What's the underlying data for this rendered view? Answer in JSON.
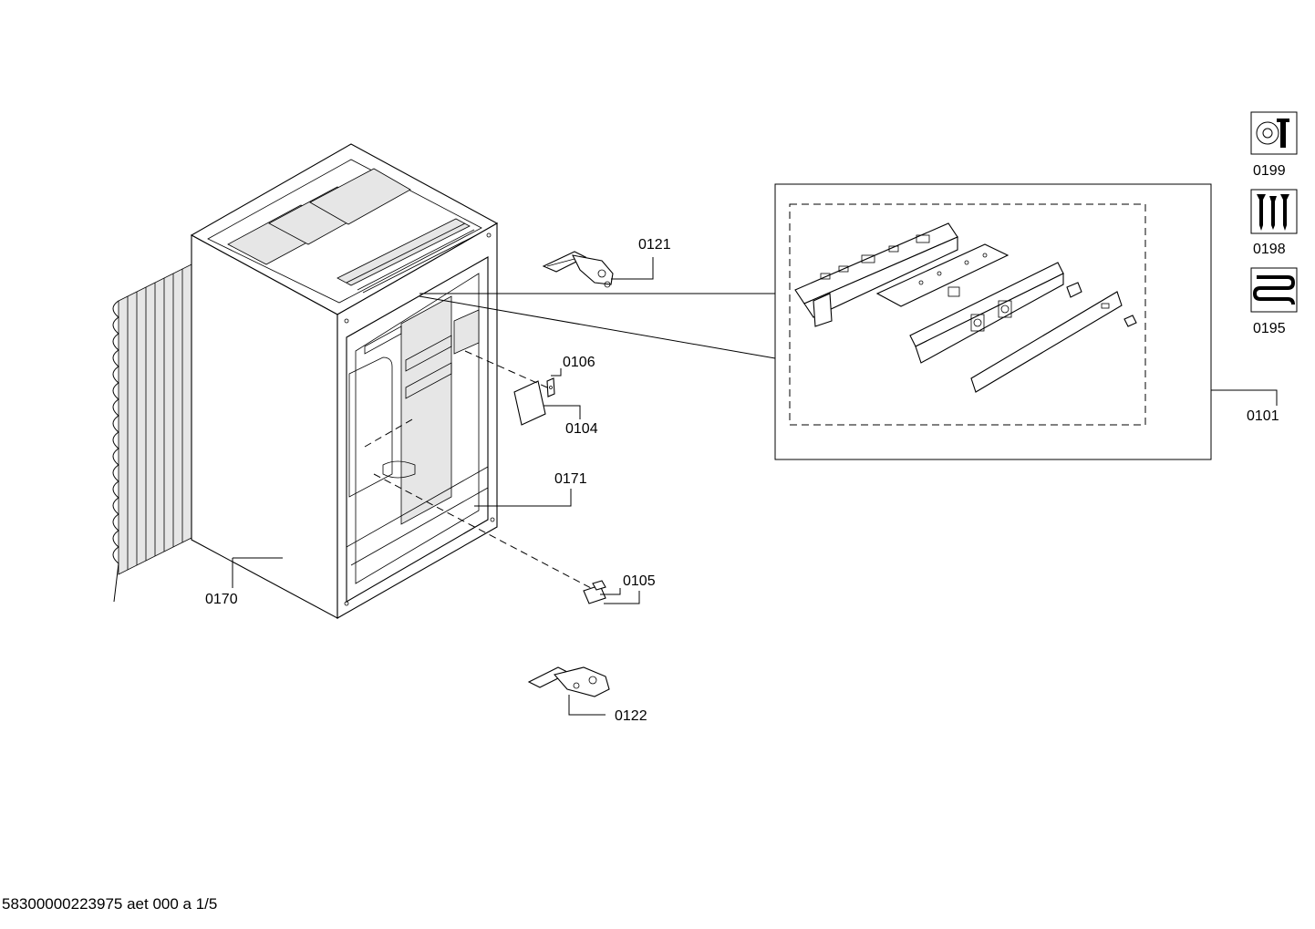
{
  "labels": {
    "p0121": "0121",
    "p0106": "0106",
    "p0104": "0104",
    "p0171": "0171",
    "p0105": "0105",
    "p0170": "0170",
    "p0122": "0122",
    "p0101": "0101",
    "p0199": "0199",
    "p0198": "0198",
    "p0195": "0195"
  },
  "icons": {
    "p0199": "nut-and-wrench-icon",
    "p0198": "screws-icon",
    "p0195": "heating-coil-icon"
  },
  "footer": "58300000223975 aet 000 a 1/5"
}
